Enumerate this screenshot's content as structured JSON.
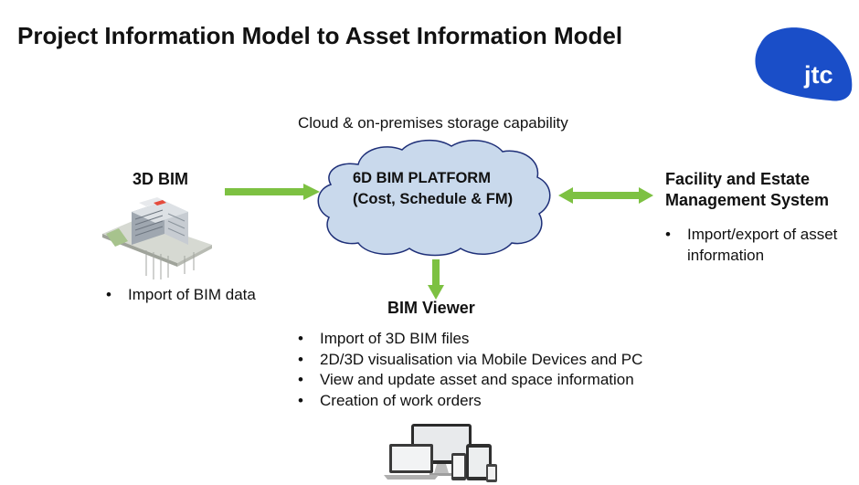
{
  "title": "Project Information Model to Asset Information Model",
  "logo": {
    "text": "jtc",
    "color": "#1a4ec8"
  },
  "cloud": {
    "caption": "Cloud & on-premises storage capability",
    "line1": "6D BIM PLATFORM",
    "line2": "(Cost, Schedule & FM)",
    "fill_color": "#c9d9ec",
    "stroke_color": "#1e2f78"
  },
  "arrow_color": "#7dc142",
  "bim": {
    "label": "3D BIM",
    "bullets": [
      "Import of BIM data"
    ]
  },
  "fm": {
    "title_line1": "Facility and Estate",
    "title_line2": "Management System",
    "bullets": [
      "Import/export of asset information"
    ]
  },
  "viewer": {
    "label": "BIM Viewer",
    "bullets": [
      "Import of 3D BIM files",
      "2D/3D visualisation via Mobile Devices and PC",
      "View and update asset and space information",
      "Creation of work orders"
    ]
  }
}
